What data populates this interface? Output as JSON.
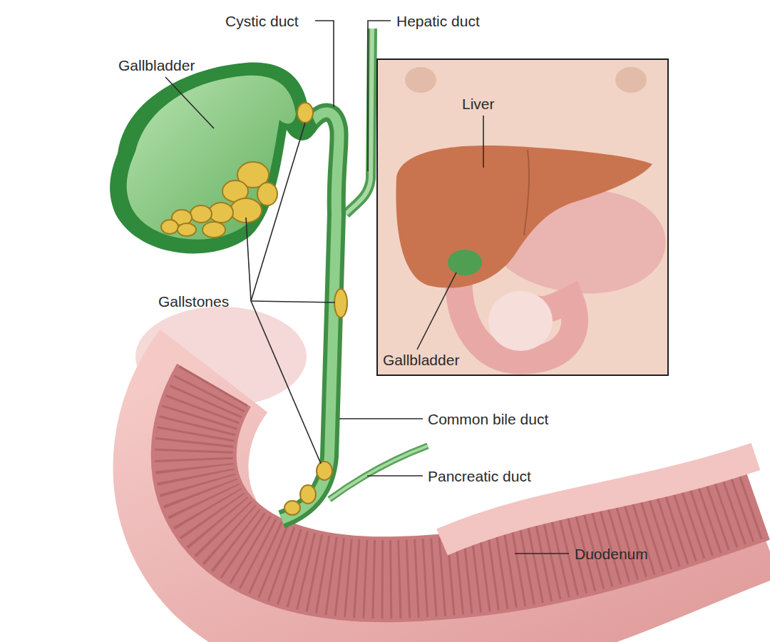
{
  "diagram": {
    "nodes": [
      {
        "text": [
          "Liver",
          "Gallbladder"
        ]
      }
    ],
    "labels": [
      "Cystic duct",
      "Hepatic duct",
      "Gallbladder",
      "Gallstones",
      "Common bile duct",
      "Pancreatic duct",
      "Duodenum"
    ]
  }
}
